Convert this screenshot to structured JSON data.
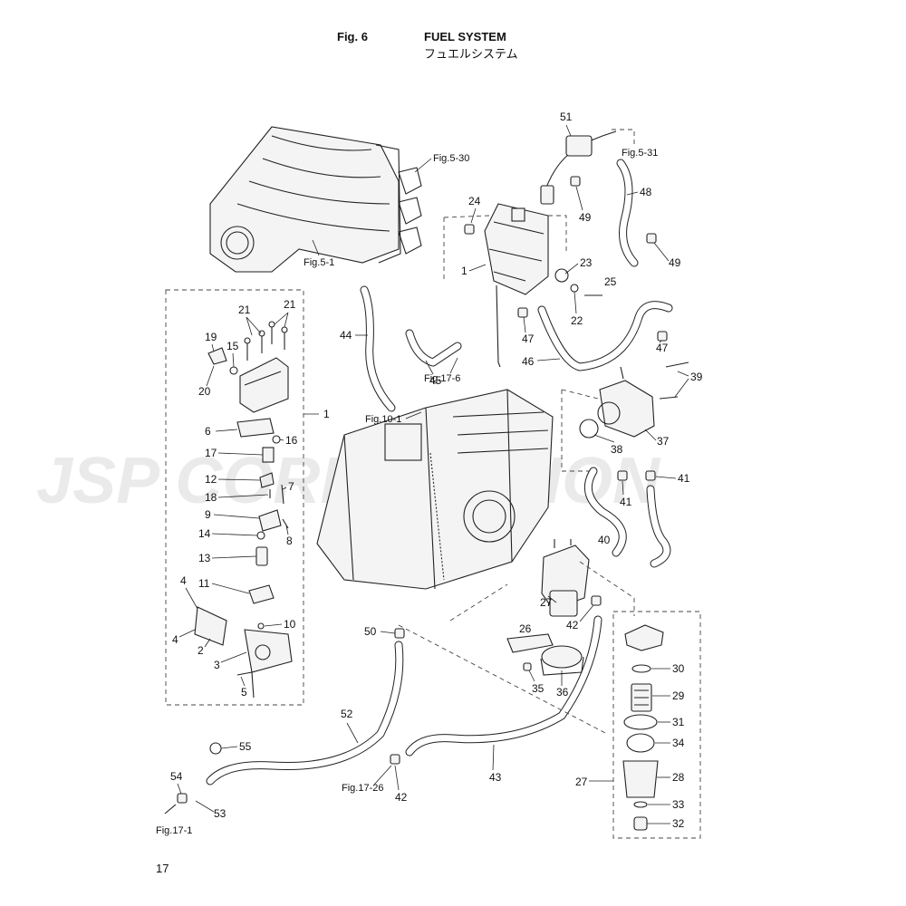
{
  "header": {
    "fig_number": "Fig. 6",
    "title": "FUEL SYSTEM",
    "title_jp": "フュエルシステム"
  },
  "watermark": "JSP CORPORATION",
  "page_number": "17",
  "references": {
    "fig_5_30": "Fig.5-30",
    "fig_5_31": "Fig.5-31",
    "fig_5_1": "Fig.5-1",
    "fig_17_6": "Fig.17-6",
    "fig_10_1": "Fig.10-1",
    "fig_17_26": "Fig.17-26",
    "fig_17_1": "Fig.17-1"
  },
  "callouts": {
    "c1a": "1",
    "c1b": "1",
    "c2": "2",
    "c3": "3",
    "c4a": "4",
    "c4b": "4",
    "c5": "5",
    "c6": "6",
    "c7": "7",
    "c8": "8",
    "c9": "9",
    "c10": "10",
    "c11": "11",
    "c12": "12",
    "c13": "13",
    "c14": "14",
    "c15": "15",
    "c16": "16",
    "c17": "17",
    "c18": "18",
    "c19": "19",
    "c20": "20",
    "c21a": "21",
    "c21b": "21",
    "c22": "22",
    "c23": "23",
    "c24": "24",
    "c25": "25",
    "c26": "26",
    "c27a": "27",
    "c27b": "27",
    "c28": "28",
    "c29": "29",
    "c30": "30",
    "c31": "31",
    "c32": "32",
    "c33": "33",
    "c34": "34",
    "c35": "35",
    "c36": "36",
    "c37": "37",
    "c38": "38",
    "c39": "39",
    "c40": "40",
    "c41a": "41",
    "c41b": "41",
    "c42a": "42",
    "c42b": "42",
    "c43": "43",
    "c44": "44",
    "c45": "45",
    "c46": "46",
    "c47a": "47",
    "c47b": "47",
    "c48": "48",
    "c49a": "49",
    "c49b": "49",
    "c50": "50",
    "c51": "51",
    "c52": "52",
    "c53": "53",
    "c54": "54",
    "c55": "55"
  }
}
